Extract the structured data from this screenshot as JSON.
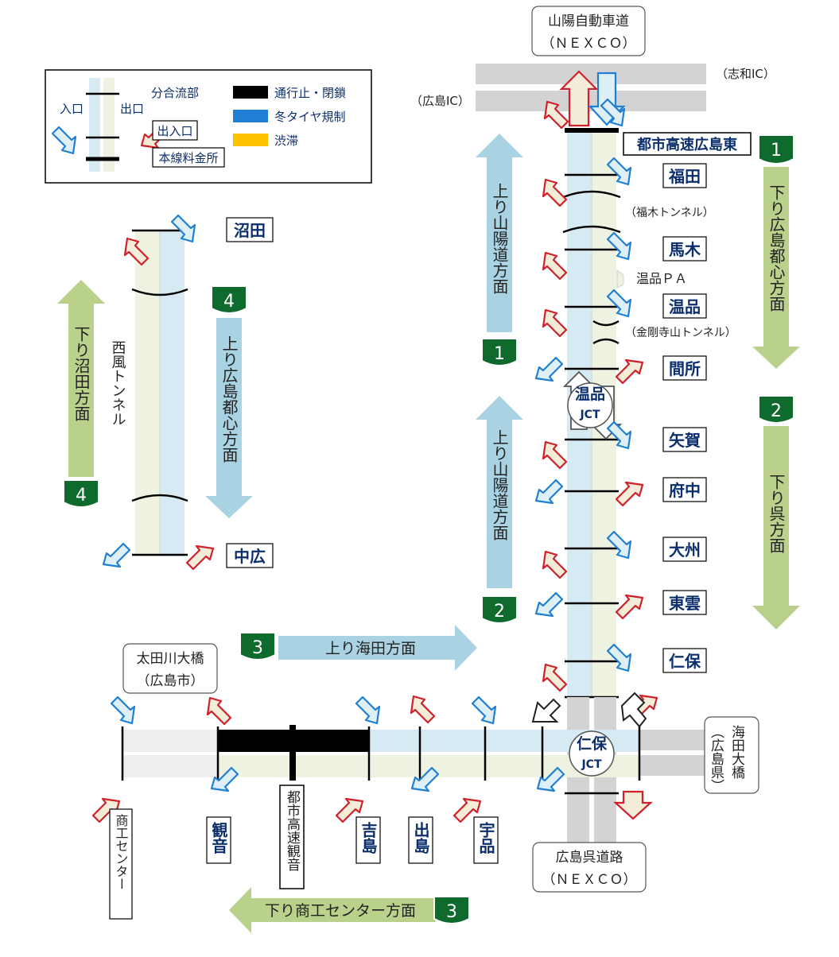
{
  "colors": {
    "up_lane": "#d6eaf3",
    "down_lane": "#eef2e0",
    "road_gray": "#d3d3d3",
    "closed": "#000000",
    "winter_tire": "#1f7fd4",
    "congestion": "#ffc000",
    "up_arrow": "#a9d3e3",
    "down_arrow": "#b9d18b",
    "route_sign": "#0f6a2e",
    "label_text": "#0b2f6d",
    "entry_arrow": "#1f7fd4",
    "exit_arrow": "#d0202a"
  },
  "legend": {
    "merge_label": "分合流部",
    "entry_label": "入口",
    "exit_label": "出口",
    "ramp_box": "出入口",
    "toll_box": "本線料金所",
    "closed_label": "通行止・閉鎖",
    "winter_label": "冬タイヤ規制",
    "jam_label": "渋滞"
  },
  "top": {
    "nexco_line1": "山陽自動車道",
    "nexco_line2": "（ＮＥＸＣＯ）",
    "shiwa_ic": "（志和IC）",
    "hiroshima_ic": "（広島IC）"
  },
  "route1": {
    "toll": "都市高速広島東",
    "ramps": [
      "福田",
      "馬木",
      "温品",
      "間所",
      "矢賀",
      "府中",
      "大州",
      "東雲",
      "仁保"
    ],
    "fukugi_tunnel": "（福木トンネル）",
    "nukushina_pa": "温品ＰＡ",
    "kongoji_tunnel": "（金剛寺山トンネル）",
    "up_dir": "上り山陽道方面",
    "down_dir_1": "下り広島都心方面",
    "down_dir_2": "下り呉方面",
    "sign_1": "1",
    "sign_2": "2"
  },
  "junctions": {
    "nukushina_name": "温品",
    "nukushina_jct": "JCT",
    "niho_name": "仁保",
    "niho_jct": "JCT"
  },
  "route4": {
    "ramp_top": "沼田",
    "ramp_bottom": "中広",
    "tunnel": "西風トンネル",
    "up_dir": "上り広島都心方面",
    "down_dir": "下り沼田方面",
    "sign": "4"
  },
  "route3": {
    "up_dir": "上り海田方面",
    "down_dir": "下り商工センター方面",
    "sign": "3",
    "ota_line1": "太田川大橋",
    "ota_line2": "（広島市）",
    "kaita_line1": "海田大橋",
    "kaita_line2": "（広島県）",
    "shoko_center": "商工センター",
    "kannon": "観音",
    "toll": "都市高速観音",
    "yoshijima": "吉島",
    "ujina_de": "出島",
    "ujina": "宇品",
    "kure_line1": "広島呉道路",
    "kure_line2": "（ＮＥＸＣＯ）"
  }
}
